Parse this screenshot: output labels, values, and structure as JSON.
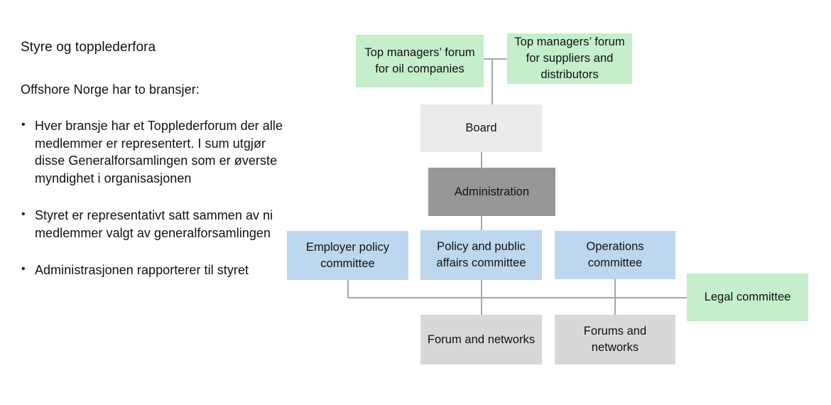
{
  "slide": {
    "heading": "Styre og topplederfora",
    "lead": "Offshore Norge har to bransjer:",
    "bullets": [
      "Hver bransje har et Topplederforum der alle medlemmer er representert. I sum utgjør disse Generalforsamlingen som er øverste myndighet i organisasjonen",
      "Styret er representativt satt sammen av ni medlemmer valgt av generalforsamlingen",
      "Administrasjonen rapporterer til styret"
    ]
  },
  "chart_data": {
    "type": "diagram",
    "title": "Styre og topplederfora",
    "diagram_kind": "organization-chart",
    "colors": {
      "green": "#c5eecb",
      "light_gray": "#e8eaeb",
      "dark_gray": "#979797",
      "blue": "#bdd7ee",
      "medium_gray": "#d8d8d8",
      "connector": "#a6a6a6"
    },
    "nodes": [
      {
        "id": "forum_oil",
        "label": "Top managers’ forum for oil companies",
        "color": "green",
        "level": 0
      },
      {
        "id": "forum_suppliers",
        "label": "Top managers’ forum for suppliers and distributors",
        "color": "green",
        "level": 0
      },
      {
        "id": "board",
        "label": "Board",
        "color": "light_gray",
        "level": 1
      },
      {
        "id": "administration",
        "label": "Administration",
        "color": "dark_gray",
        "level": 2
      },
      {
        "id": "employer_policy",
        "label": "Employer policy committee",
        "color": "blue",
        "level": 3
      },
      {
        "id": "policy_public",
        "label": "Policy and public affairs committee",
        "color": "blue",
        "level": 3
      },
      {
        "id": "operations",
        "label": "Operations committee",
        "color": "blue",
        "level": 3
      },
      {
        "id": "legal",
        "label": "Legal committee",
        "color": "green",
        "level": 4
      },
      {
        "id": "forum_networks_l",
        "label": "Forum and networks",
        "color": "medium_gray",
        "level": 5
      },
      {
        "id": "forum_networks_r",
        "label": "Forums and networks",
        "color": "medium_gray",
        "level": 5
      }
    ],
    "edges": [
      {
        "from": "forum_oil",
        "to": "board"
      },
      {
        "from": "forum_suppliers",
        "to": "board"
      },
      {
        "from": "board",
        "to": "administration"
      },
      {
        "from": "administration",
        "to": "policy_public"
      },
      {
        "from": "employer_policy",
        "to": "legal"
      },
      {
        "from": "policy_public",
        "to": "forum_networks_l"
      },
      {
        "from": "operations",
        "to": "forum_networks_r"
      },
      {
        "from": "policy_public",
        "to": "legal"
      },
      {
        "from": "operations",
        "to": "legal"
      }
    ]
  },
  "nodes": {
    "forum_oil": {
      "label": "Top managers’ forum for oil companies"
    },
    "forum_suppliers": {
      "label": "Top managers’ forum for suppliers and distributors"
    },
    "board": {
      "label": "Board"
    },
    "administration": {
      "label": "Administration"
    },
    "employer_policy": {
      "label": "Employer policy committee"
    },
    "policy_public": {
      "label": "Policy and public affairs committee"
    },
    "operations": {
      "label": "Operations committee"
    },
    "legal": {
      "label": "Legal committee"
    },
    "forum_networks_l": {
      "label": "Forum and networks"
    },
    "forum_networks_r": {
      "label": "Forums and networks"
    }
  }
}
